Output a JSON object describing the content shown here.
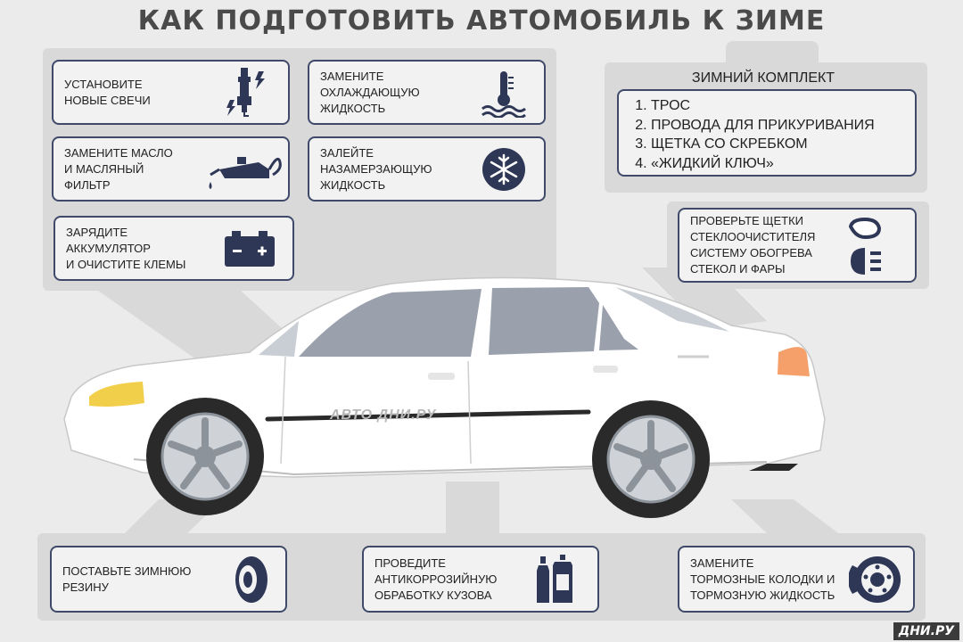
{
  "title": "КАК ПОДГОТОВИТЬ АВТОМОБИЛЬ К ЗИМЕ",
  "tips_top_left": [
    {
      "lines": [
        "УСТАНОВИТЕ",
        "НОВЫЕ СВЕЧИ"
      ],
      "icon": "spark-plug-icon"
    },
    {
      "lines": [
        "ЗАМЕНИТЕ",
        "ОХЛАЖДАЮЩУЮ",
        "ЖИДКОСТЬ"
      ],
      "icon": "coolant-thermometer-icon"
    },
    {
      "lines": [
        "ЗАМЕНИТЕ МАСЛО",
        "И МАСЛЯНЫЙ",
        "ФИЛЬТР"
      ],
      "icon": "oil-can-icon"
    },
    {
      "lines": [
        "ЗАЛЕЙТЕ",
        "НАЗАМЕРЗАЮЩУЮ",
        "ЖИДКОСТЬ"
      ],
      "icon": "snowflake-icon"
    },
    {
      "lines": [
        "ЗАРЯДИТЕ",
        "АККУМУЛЯТОР",
        "И ОЧИСТИТЕ КЛЕМЫ"
      ],
      "icon": "battery-icon"
    }
  ],
  "winter_kit": {
    "title": "ЗИМНИЙ КОМПЛЕКТ",
    "items": [
      "ТРОС",
      "ПРОВОДА ДЛЯ ПРИКУРИВАНИЯ",
      "ЩЕТКА СО СКРЕБКОМ",
      "«ЖИДКИЙ КЛЮЧ»"
    ]
  },
  "tip_right": {
    "lines": [
      "ПРОВЕРЬТЕ ЩЕТКИ",
      "СТЕКЛООЧИСТИТЕЛЯ",
      "СИСТЕМУ ОБОГРЕВА",
      "СТЕКОЛ И ФАРЫ"
    ],
    "icons": [
      "side-mirror-icon",
      "headlight-icon"
    ]
  },
  "tips_bottom": [
    {
      "lines": [
        "ПОСТАВЬТЕ ЗИМНЮЮ",
        "РЕЗИНУ"
      ],
      "icon": "tire-icon"
    },
    {
      "lines": [
        "ПРОВЕДИТЕ",
        "АНТИКОРРОЗИЙНУЮ",
        "ОБРАБОТКУ КУЗОВА"
      ],
      "icon": "bottles-icon"
    },
    {
      "lines": [
        "ЗАМЕНИТЕ",
        "ТОРМОЗНЫЕ КОЛОДКИ И",
        "ТОРМОЗНУЮ ЖИДКОСТЬ"
      ],
      "icon": "brake-disc-icon"
    }
  ],
  "watermark": "АВТО ДНИ.РУ",
  "site_logo": "ДНИ.РУ",
  "colors": {
    "accent": "#3f4a6b",
    "background": "#ebebeb",
    "panel": "#d9d9d9",
    "card": "#f2f2f2",
    "headlight": "#f2cf4a",
    "taillight": "#f5a06a"
  }
}
